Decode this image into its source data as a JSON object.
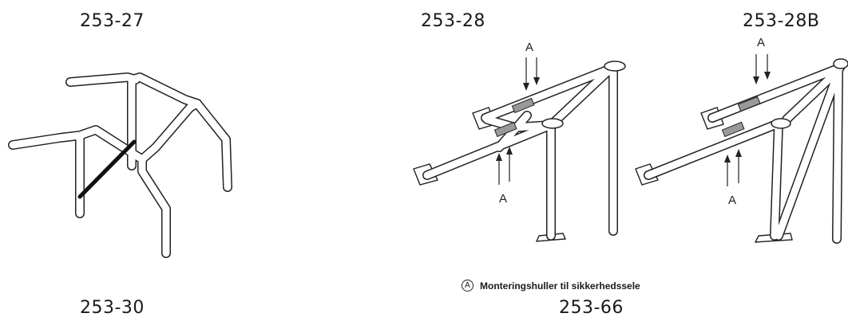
{
  "labels": {
    "fig1": "253-27",
    "fig2": "253-28",
    "fig3": "253-28B",
    "fig4": "253-30",
    "fig5": "253-66"
  },
  "arrow_marker": "A",
  "legend": {
    "symbol": "A",
    "text": "Monteringshuller til sikkerhedssele"
  }
}
